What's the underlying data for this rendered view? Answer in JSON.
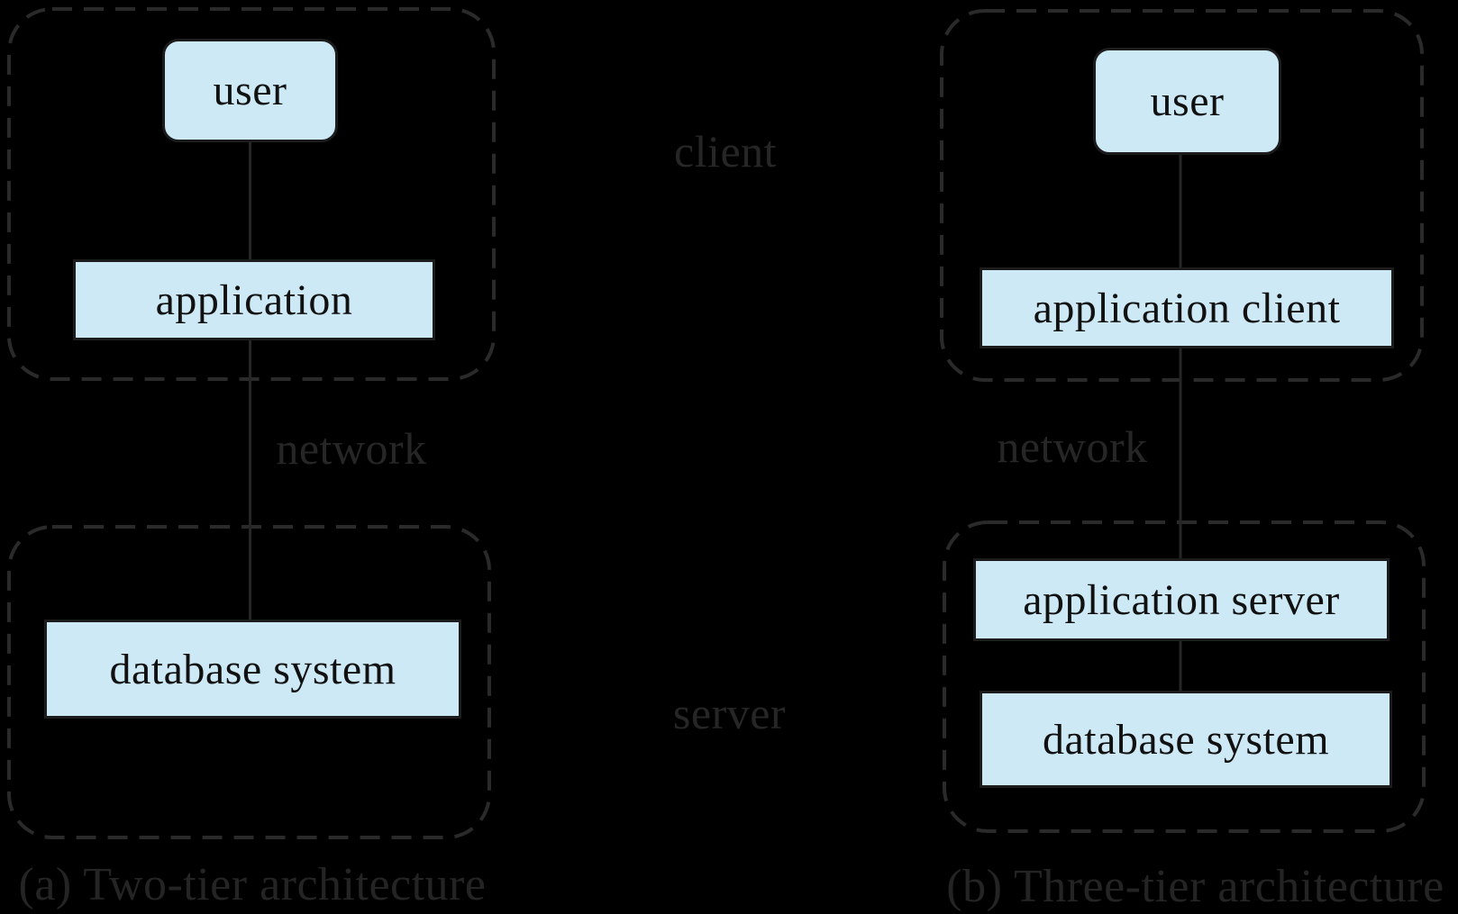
{
  "figure": {
    "colors": {
      "background": "#000000",
      "node_fill": "#cde9f6",
      "node_border": "#1c1c1c",
      "group_outline": "#2a2a2a",
      "label_text": "#262626"
    },
    "tier_labels": {
      "client": "client",
      "server": "server"
    },
    "panel_a": {
      "caption": "(a) Two-tier architecture",
      "user_label": "user",
      "application_label": "application",
      "database_label": "database system",
      "network_label": "network"
    },
    "panel_b": {
      "caption": "(b) Three-tier architecture",
      "user_label": "user",
      "application_client_label": "application client",
      "application_server_label": "application server",
      "database_label": "database system",
      "network_label": "network"
    }
  }
}
